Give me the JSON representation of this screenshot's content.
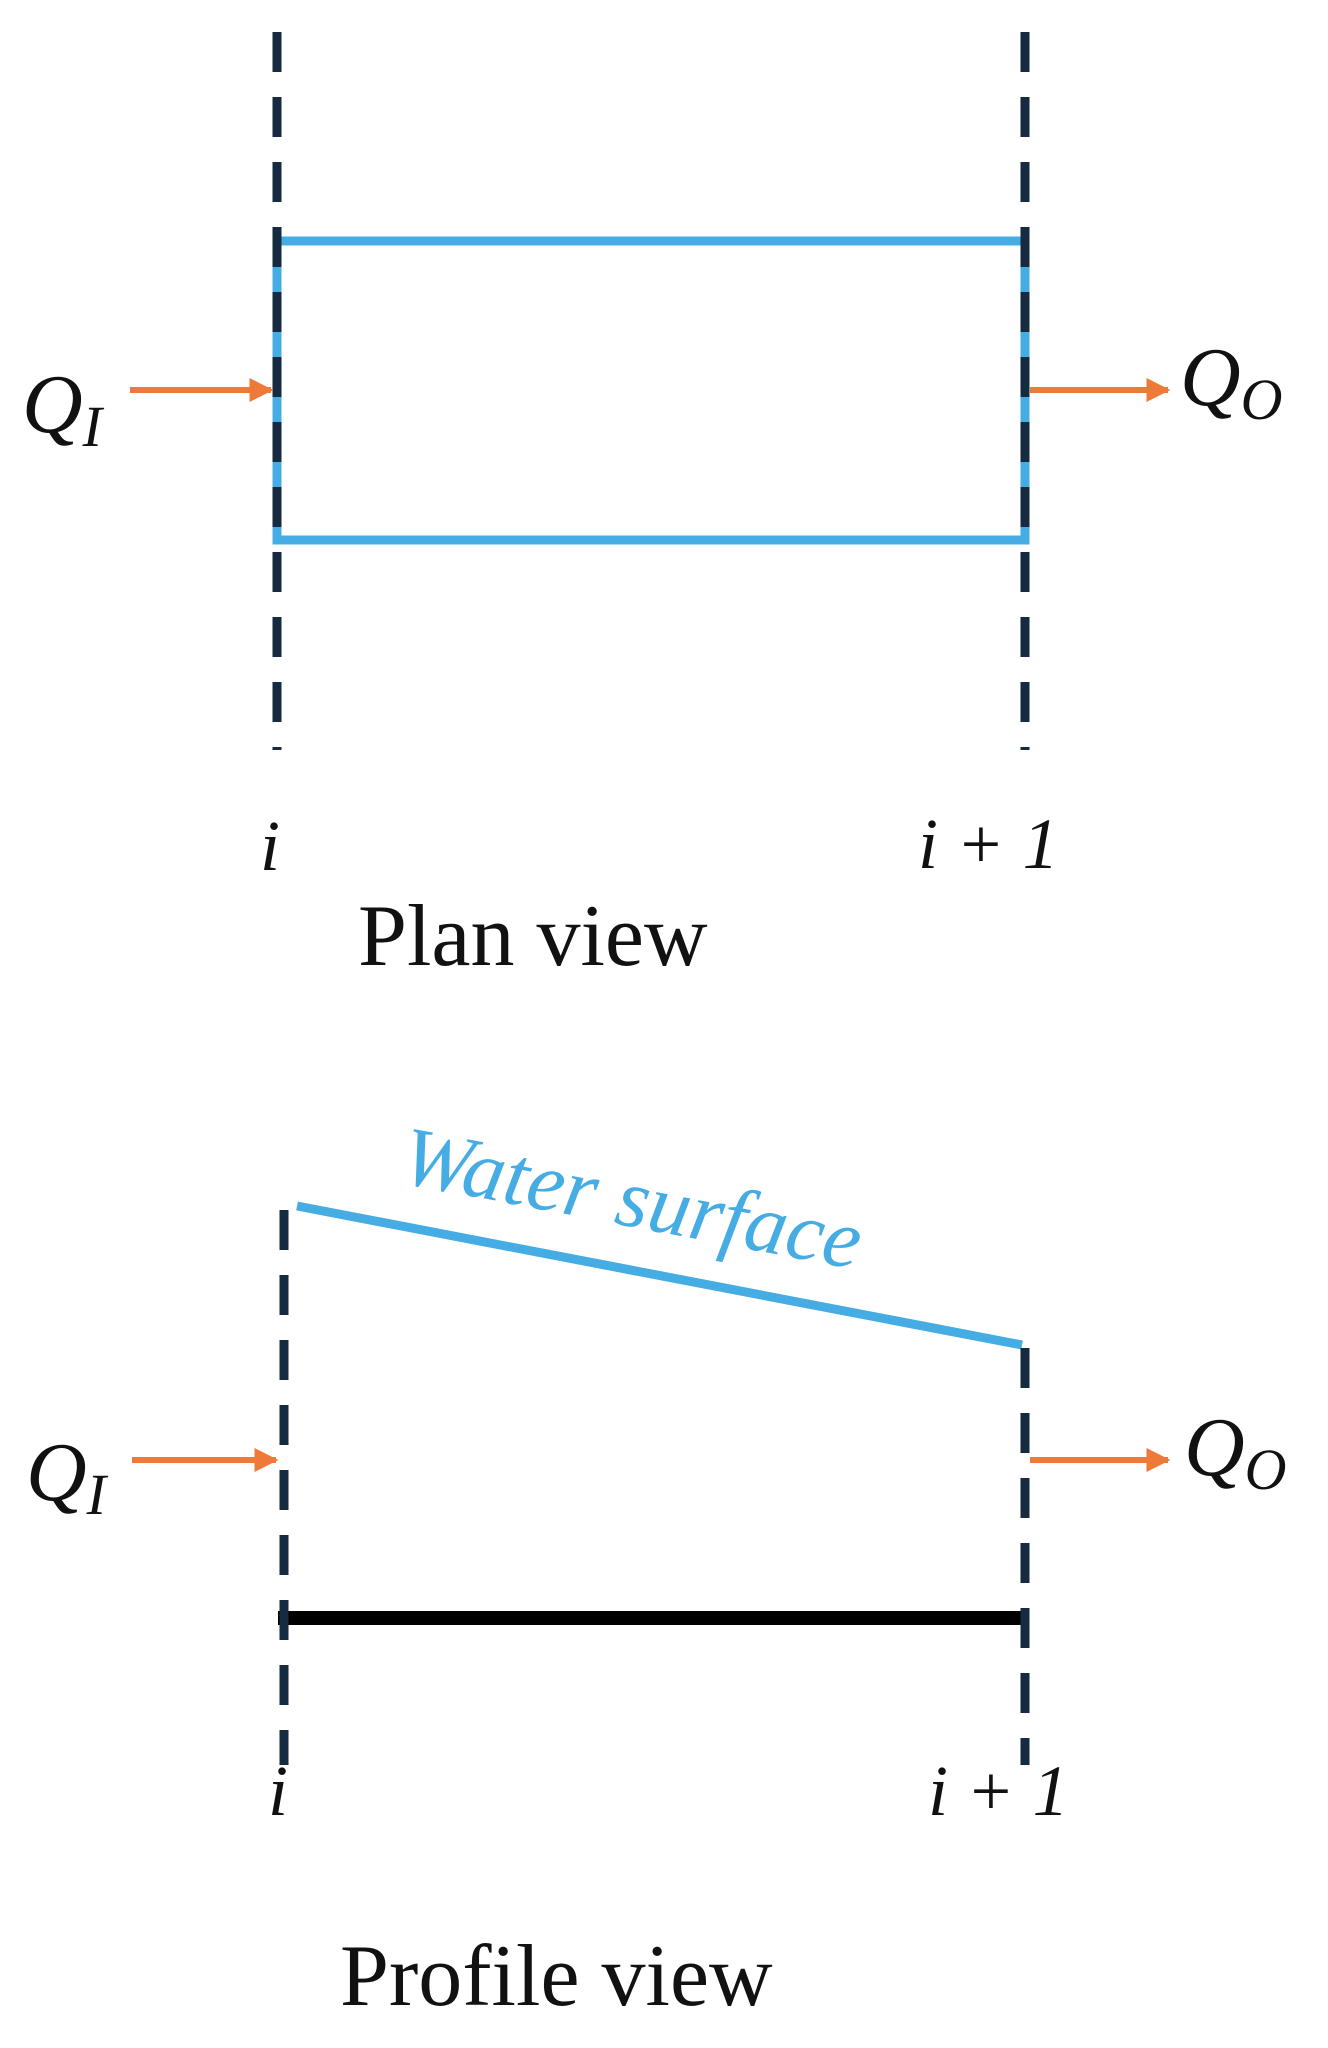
{
  "colors": {
    "water": "#46ace4",
    "flow_arrow": "#ee7a3a",
    "section_line": "#162a40",
    "bed": "#000000",
    "text": "#111111"
  },
  "plan_view": {
    "title": "Plan view",
    "inflow": {
      "symbol": "Q",
      "subscript": "I"
    },
    "outflow": {
      "symbol": "Q",
      "subscript": "O"
    },
    "section_left": "i",
    "section_right": "i + 1"
  },
  "profile_view": {
    "title": "Profile view",
    "water_surface_label": "Water surface",
    "inflow": {
      "symbol": "Q",
      "subscript": "I"
    },
    "outflow": {
      "symbol": "Q",
      "subscript": "O"
    },
    "section_left": "i",
    "section_right": "i + 1"
  }
}
